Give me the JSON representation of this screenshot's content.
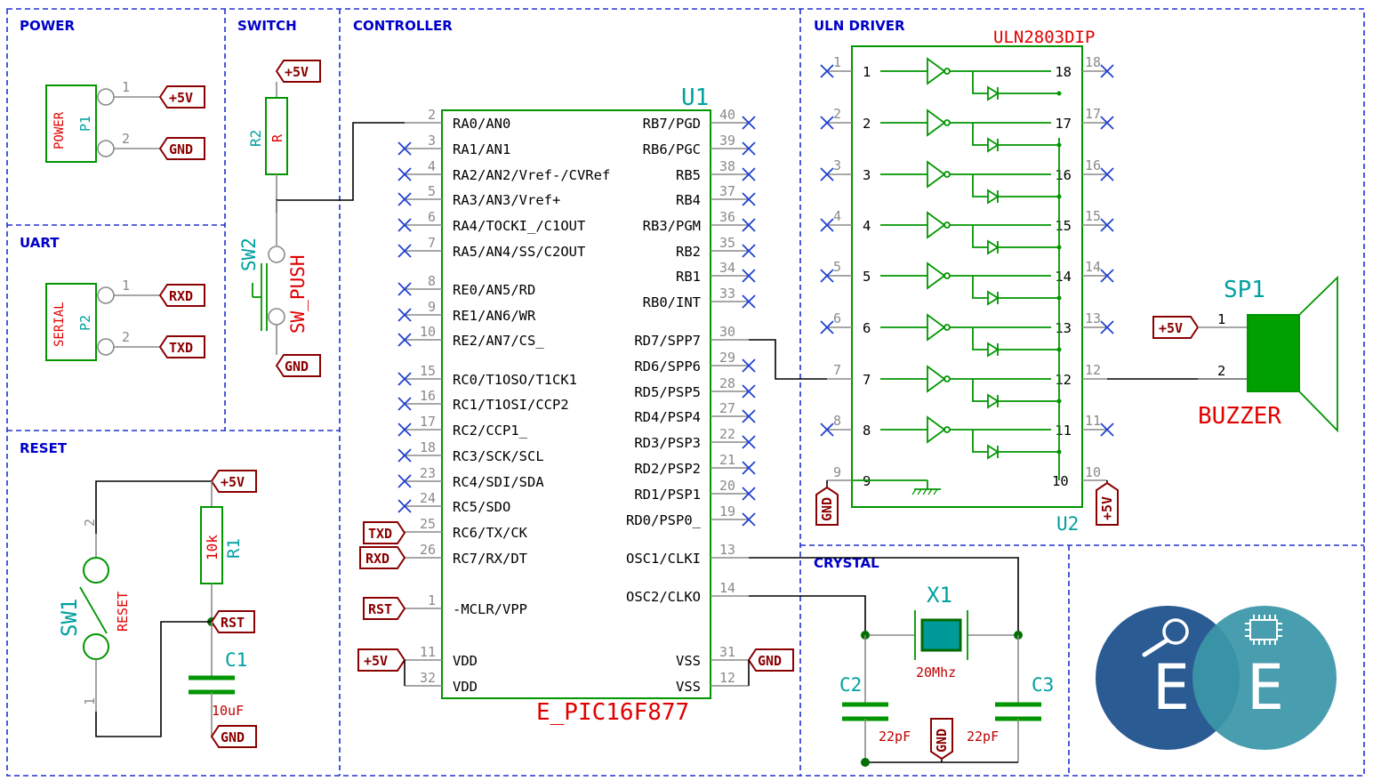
{
  "sections": {
    "power": "POWER",
    "switch": "SWITCH",
    "controller": "CONTROLLER",
    "uln": "ULN DRIVER",
    "uart": "UART",
    "reset": "RESET",
    "crystal": "CRYSTAL"
  },
  "power": {
    "connector_value": "POWER",
    "connector_ref": "P1",
    "pin1": "1",
    "pin2": "2",
    "net1": "+5V",
    "net2": "GND"
  },
  "uart": {
    "connector_value": "SERIAL",
    "connector_ref": "P2",
    "pin1": "1",
    "pin2": "2",
    "net1": "RXD",
    "net2": "TXD"
  },
  "switch": {
    "net_top": "+5V",
    "resistor_ref": "R2",
    "resistor_value": "R",
    "sw_ref": "SW2",
    "sw_value": "SW_PUSH",
    "net_bottom": "GND"
  },
  "mcu": {
    "ref": "U1",
    "value": "E_PIC16F877",
    "left_pins": [
      {
        "num": "2",
        "name": "RA0/AN0",
        "nc": false
      },
      {
        "num": "3",
        "name": "RA1/AN1",
        "nc": true
      },
      {
        "num": "4",
        "name": "RA2/AN2/Vref-/CVRef",
        "nc": true
      },
      {
        "num": "5",
        "name": "RA3/AN3/Vref+",
        "nc": true
      },
      {
        "num": "6",
        "name": "RA4/TOCKI_/C1OUT",
        "nc": true
      },
      {
        "num": "7",
        "name": "RA5/AN4/SS/C2OUT",
        "nc": true
      },
      {
        "num": "8",
        "name": "RE0/AN5/RD",
        "nc": true
      },
      {
        "num": "9",
        "name": "RE1/AN6/WR",
        "nc": true
      },
      {
        "num": "10",
        "name": "RE2/AN7/CS_",
        "nc": true
      },
      {
        "num": "15",
        "name": "RC0/T1OSO/T1CK1",
        "nc": true
      },
      {
        "num": "16",
        "name": "RC1/T1OSI/CCP2",
        "nc": true
      },
      {
        "num": "17",
        "name": "RC2/CCP1_",
        "nc": true
      },
      {
        "num": "18",
        "name": "RC3/SCK/SCL",
        "nc": true
      },
      {
        "num": "23",
        "name": "RC4/SDI/SDA",
        "nc": true
      },
      {
        "num": "24",
        "name": "RC5/SDO",
        "nc": true
      },
      {
        "num": "25",
        "name": "RC6/TX/CK",
        "nc": false,
        "net": "TXD"
      },
      {
        "num": "26",
        "name": "RC7/RX/DT",
        "nc": false,
        "net": "RXD"
      },
      {
        "num": "1",
        "name": "-MCLR/VPP",
        "nc": false,
        "net": "RST"
      },
      {
        "num": "11",
        "name": "VDD",
        "nc": false,
        "net": "+5V"
      },
      {
        "num": "32",
        "name": "VDD",
        "nc": false
      }
    ],
    "right_pins": [
      {
        "num": "40",
        "name": "RB7/PGD",
        "nc": true
      },
      {
        "num": "39",
        "name": "RB6/PGC",
        "nc": true
      },
      {
        "num": "38",
        "name": "RB5",
        "nc": true
      },
      {
        "num": "37",
        "name": "RB4",
        "nc": true
      },
      {
        "num": "36",
        "name": "RB3/PGM",
        "nc": true
      },
      {
        "num": "35",
        "name": "RB2",
        "nc": true
      },
      {
        "num": "34",
        "name": "RB1",
        "nc": true
      },
      {
        "num": "33",
        "name": "RB0/INT",
        "nc": true
      },
      {
        "num": "30",
        "name": "RD7/SPP7",
        "nc": false
      },
      {
        "num": "29",
        "name": "RD6/SPP6",
        "nc": true
      },
      {
        "num": "28",
        "name": "RD5/PSP5",
        "nc": true
      },
      {
        "num": "27",
        "name": "RD4/PSP4",
        "nc": true
      },
      {
        "num": "22",
        "name": "RD3/PSP3",
        "nc": true
      },
      {
        "num": "21",
        "name": "RD2/PSP2",
        "nc": true
      },
      {
        "num": "20",
        "name": "RD1/PSP1",
        "nc": true
      },
      {
        "num": "19",
        "name": "RD0/PSP0_",
        "nc": true
      },
      {
        "num": "13",
        "name": "OSC1/CLKI",
        "nc": false
      },
      {
        "num": "14",
        "name": "OSC2/CLKO",
        "nc": false
      },
      {
        "num": "31",
        "name": "VSS",
        "nc": false,
        "net": "GND"
      },
      {
        "num": "12",
        "name": "VSS",
        "nc": false
      }
    ]
  },
  "uln": {
    "value": "ULN2803DIP",
    "ref": "U2",
    "rows": [
      {
        "in": "1",
        "out": "18",
        "in_nc": true,
        "out_nc": true
      },
      {
        "in": "2",
        "out": "17",
        "in_nc": true,
        "out_nc": true
      },
      {
        "in": "3",
        "out": "16",
        "in_nc": true,
        "out_nc": true
      },
      {
        "in": "4",
        "out": "15",
        "in_nc": true,
        "out_nc": true
      },
      {
        "in": "5",
        "out": "14",
        "in_nc": true,
        "out_nc": true
      },
      {
        "in": "6",
        "out": "13",
        "in_nc": true,
        "out_nc": true
      },
      {
        "in": "7",
        "out": "12",
        "in_nc": false,
        "out_nc": false
      },
      {
        "in": "8",
        "out": "11",
        "in_nc": true,
        "out_nc": true
      }
    ],
    "gnd_pin": "9",
    "com_pin": "10",
    "net_gnd": "GND",
    "net_com": "+5V"
  },
  "buzzer": {
    "ref": "SP1",
    "value": "BUZZER",
    "pin1": "1",
    "pin2": "2",
    "net1": "+5V"
  },
  "reset": {
    "net_top": "+5V",
    "sw_ref": "SW1",
    "sw_value": "RESET",
    "sw_pin_top": "2",
    "sw_pin_bottom": "1",
    "r_ref": "R1",
    "r_value": "10k",
    "net_rst": "RST",
    "c_ref": "C1",
    "c_value": "10uF",
    "net_gnd": "GND"
  },
  "crystal": {
    "x_ref": "X1",
    "x_value": "20Mhz",
    "c2_ref": "C2",
    "c2_value": "22pF",
    "c3_ref": "C3",
    "c3_value": "22pF",
    "net_gnd": "GND"
  },
  "logo": {
    "letter1": "E",
    "letter2": "E",
    "circle1_color": "#2b5b93",
    "circle2_color": "#3a97a8"
  },
  "colors": {
    "frame": "#2030d0",
    "component": "#009600",
    "label": "#8b0000",
    "ref": "#00a0a0",
    "value": "#e00000",
    "noconnect": "#2040d0"
  }
}
